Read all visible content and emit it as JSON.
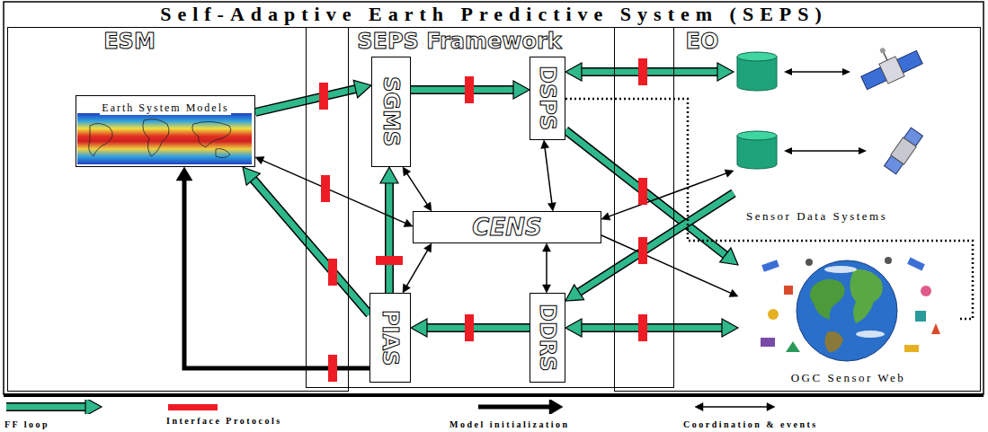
{
  "diagram": {
    "title": "Self-Adaptive Earth Predictive System (SEPS)",
    "nodes": [
      {
        "text": [
          "ESM"
        ]
      },
      {
        "text": [
          "SEPS Framework"
        ]
      },
      {
        "text": [
          "EO"
        ]
      },
      {
        "text": [
          "Earth System Models"
        ],
        "in": 0
      },
      {
        "text": [
          "SGMS"
        ],
        "in": 1
      },
      {
        "text": [
          "DSPS"
        ],
        "in": 1
      },
      {
        "text": [
          "CENS"
        ],
        "in": 1
      },
      {
        "text": [
          "PIAS"
        ],
        "in": 1
      },
      {
        "text": [
          "DDRS"
        ],
        "in": 1
      },
      {
        "text": [
          "Sensor Data Systems"
        ],
        "in": 2
      },
      {
        "text": [
          "OGC Sensor Web"
        ],
        "in": 2
      }
    ],
    "edges": [
      {
        "from": 3,
        "to": 4,
        "arrow": "to"
      },
      {
        "from": 4,
        "to": 5,
        "arrow": "to"
      },
      {
        "from": 5,
        "to": 9,
        "arrow": "both"
      },
      {
        "from": 5,
        "to": 10,
        "arrow": "to"
      },
      {
        "from": 9,
        "to": 8,
        "arrow": "to"
      },
      {
        "from": 8,
        "to": 10,
        "arrow": "both"
      },
      {
        "from": 8,
        "to": 7,
        "arrow": "to"
      },
      {
        "from": 7,
        "to": 4,
        "arrow": "to"
      },
      {
        "from": 7,
        "to": 3,
        "arrow": "to"
      },
      {
        "from": 7,
        "to": 3,
        "arrow": "to"
      },
      {
        "from": 6,
        "to": 4,
        "arrow": "both"
      },
      {
        "from": 6,
        "to": 5,
        "arrow": "both"
      },
      {
        "from": 6,
        "to": 7,
        "arrow": "both"
      },
      {
        "from": 6,
        "to": 8,
        "arrow": "both"
      },
      {
        "from": 6,
        "to": 3,
        "arrow": "both"
      },
      {
        "from": 6,
        "to": 9,
        "arrow": "both"
      },
      {
        "from": 6,
        "to": 10,
        "arrow": "to"
      },
      {
        "from": 5,
        "to": 10,
        "arrow": "none"
      }
    ],
    "legend": [
      {
        "text": "FF loop"
      },
      {
        "text": "Interface Protocols",
        "color": "#ee1c25"
      },
      {
        "text": "Model initialization"
      },
      {
        "text": "Coordination & events"
      }
    ]
  }
}
